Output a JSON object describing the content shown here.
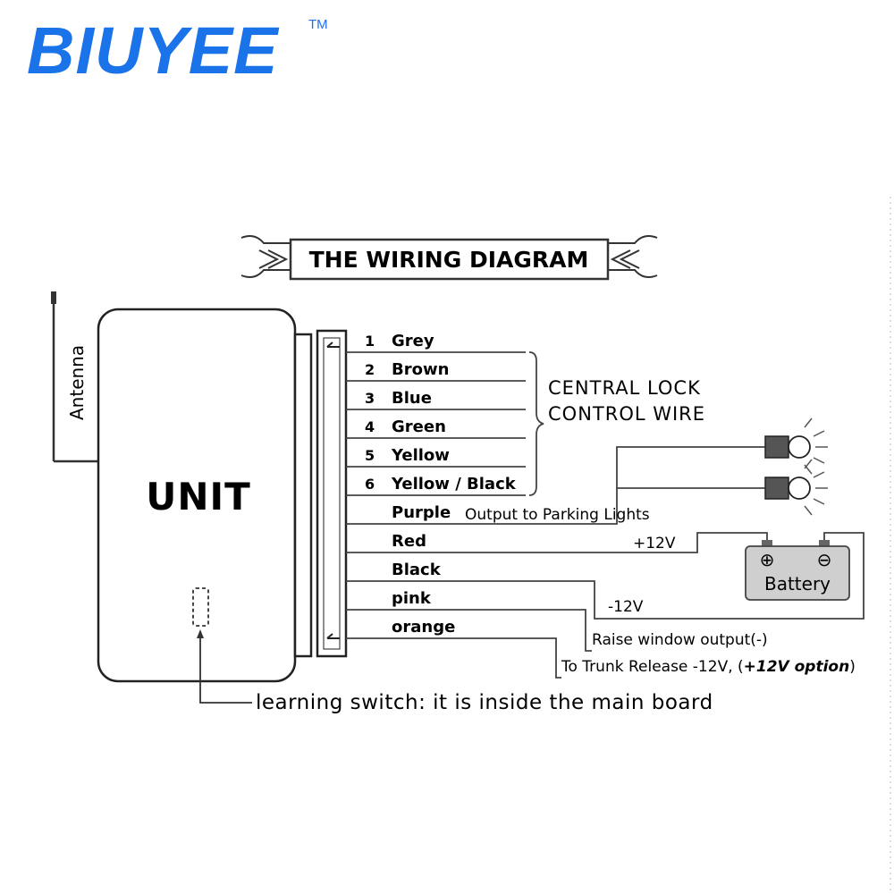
{
  "brand": {
    "name": "BIUYEE",
    "trademark": "TM",
    "color": "#1a73e8"
  },
  "title": "THE WIRING DIAGRAM",
  "unit_label": "UNIT",
  "antenna_label": "Antenna",
  "wires": [
    {
      "number": "1",
      "label": "Grey"
    },
    {
      "number": "2",
      "label": "Brown"
    },
    {
      "number": "3",
      "label": "Blue"
    },
    {
      "number": "4",
      "label": "Green"
    },
    {
      "number": "5",
      "label": "Yellow"
    },
    {
      "number": "6",
      "label": "Yellow / Black"
    },
    {
      "number": "",
      "label": "Purple"
    },
    {
      "number": "",
      "label": "Red"
    },
    {
      "number": "",
      "label": "Black"
    },
    {
      "number": "",
      "label": "pink"
    },
    {
      "number": "",
      "label": "orange"
    }
  ],
  "central_lock": {
    "line1": "CENTRAL LOCK",
    "line2": "CONTROL WIRE"
  },
  "notes": {
    "parking": "Output to Parking Lights",
    "plus12": "+12V",
    "minus12": "-12V",
    "raise_window": "Raise window output(-)",
    "trunk_prefix": "To Trunk Release -12V, (",
    "trunk_option": "+12V option",
    "trunk_suffix": ")"
  },
  "battery": {
    "label": "Battery",
    "plus": "⊕",
    "minus": "⊖"
  },
  "learning_switch": "learning switch: it is  inside the main board"
}
